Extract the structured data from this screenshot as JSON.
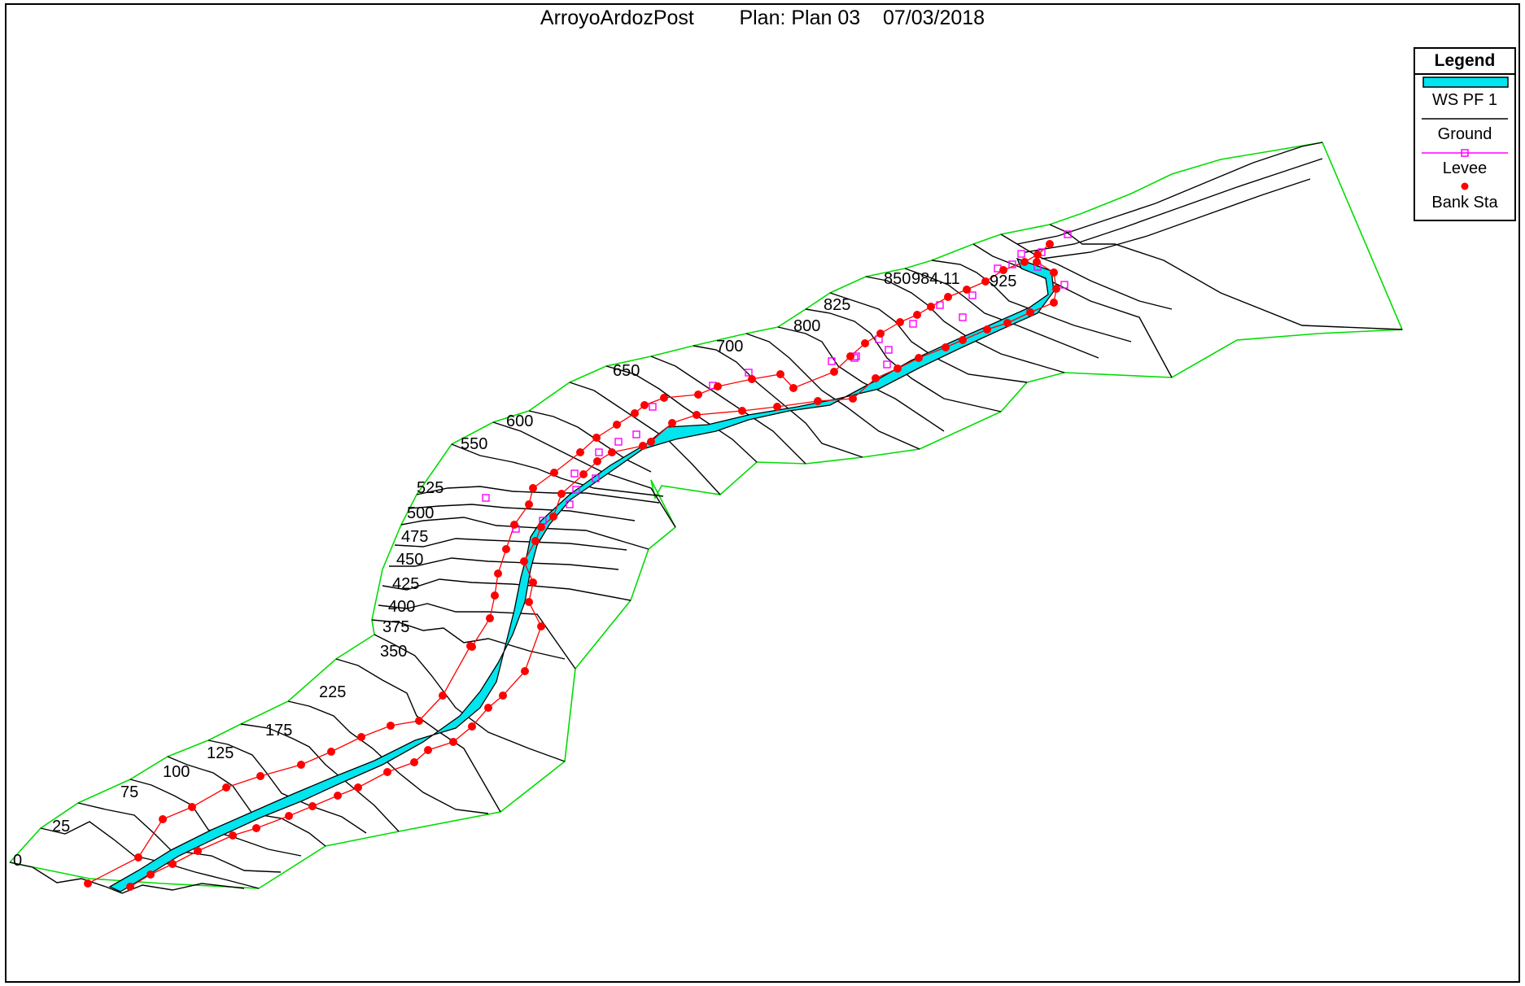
{
  "title": {
    "project": "ArroyoArdozPost",
    "plan": "Plan: Plan 03",
    "date": "07/03/2018"
  },
  "legend": {
    "title": "Legend",
    "items": [
      {
        "label": "WS PF 1",
        "symbol": "filled-band",
        "color": "#00e5ee"
      },
      {
        "label": "Ground",
        "symbol": "line",
        "color": "#000000"
      },
      {
        "label": "Levee",
        "symbol": "line-with-square-markers",
        "color": "#ff00ff"
      },
      {
        "label": "Bank Sta",
        "symbol": "red-dot",
        "color": "#ff0000"
      }
    ]
  },
  "station_labels": [
    "0",
    "25",
    "75",
    "100",
    "125",
    "175",
    "225",
    "350",
    "375",
    "400",
    "425",
    "450",
    "475",
    "500",
    "525",
    "550",
    "600",
    "650",
    "700",
    "800",
    "825",
    "850",
    "984.11",
    "925"
  ],
  "colors": {
    "water_surface": "#00e5ee",
    "ground": "#000000",
    "levee": "#ff00ff",
    "bank_station": "#ff0000",
    "bank_line": "#ff0000",
    "boundary": "#00dd00"
  }
}
